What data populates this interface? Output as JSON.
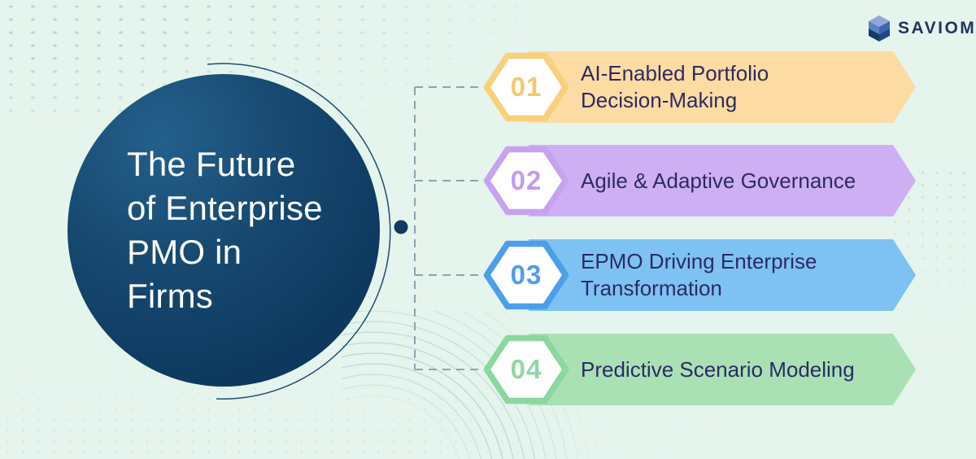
{
  "brand": {
    "name": "SAVIOM"
  },
  "title": {
    "text": "The Future of Enterprise PMO in Firms",
    "lines": [
      "The Future",
      "of Enterprise",
      "PMO in",
      "Firms"
    ]
  },
  "items": [
    {
      "number": "01",
      "label": "AI-Enabled Portfolio Decision-Making",
      "lines": [
        "AI-Enabled Portfolio",
        "Decision-Making"
      ],
      "banner_color": "#FCDCA2",
      "accent_color": "#F8D07C"
    },
    {
      "number": "02",
      "label": "Agile & Adaptive Governance",
      "lines": [
        "Agile & Adaptive Governance"
      ],
      "banner_color": "#CEAFF4",
      "accent_color": "#C6A2F1"
    },
    {
      "number": "03",
      "label": "EPMO Driving Enterprise Transformation",
      "lines": [
        "EPMO Driving Enterprise",
        "Transformation"
      ],
      "banner_color": "#7DC2F2",
      "accent_color": "#4C9EE9"
    },
    {
      "number": "04",
      "label": "Predictive Scenario Modeling",
      "lines": [
        "Predictive Scenario Modeling"
      ],
      "banner_color": "#A9E1B5",
      "accent_color": "#8CD69F"
    }
  ],
  "colors": {
    "background": "#E5F4EC",
    "circle_fill": "#0E3A60",
    "title_text": "#FFFFFF",
    "banner_text": "#2E2A64",
    "connector_line": "#8BA4AE",
    "connector_dot": "#123A5E",
    "logo_text": "#23355C"
  }
}
